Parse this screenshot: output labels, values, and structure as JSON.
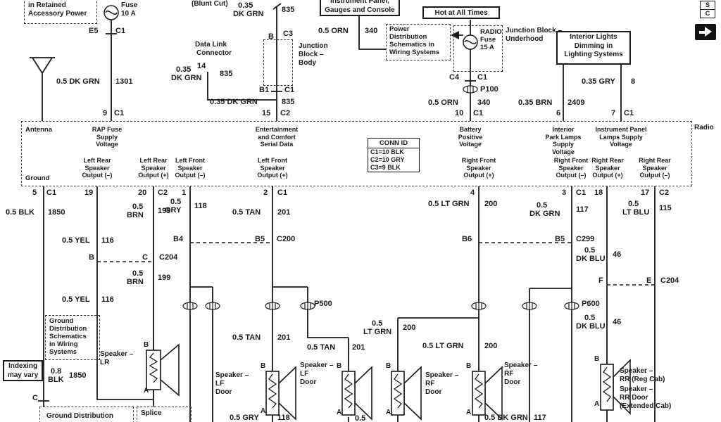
{
  "colors": {
    "line": "#1a1a1a",
    "bg": "#ffffff"
  },
  "icons": {
    "forward_arrow": "arrow-right",
    "fuse": "fuse-symbol",
    "antenna": "antenna-symbol",
    "speaker": "speaker-symbol",
    "inline_connector": "pass-through-connector"
  },
  "tl": {
    "note1": "in Retained",
    "note2": "Accessory Power",
    "fuse1": "Fuse",
    "fuse2": "10 A",
    "e5": "E5",
    "c1": "C1",
    "wire": "0.5 DK GRN",
    "num": "1301",
    "pin9": "9",
    "pin9c": "C1"
  },
  "dlc": {
    "blunt": "(Blunt Cut)",
    "w1a": "0.35",
    "w1b": "DK GRN",
    "w1n": "835",
    "c3": "C3",
    "b": "B",
    "t1": "Data Link",
    "t2": "Connector",
    "pin14": "14",
    "w2a": "0.35",
    "w2b": "DK GRN",
    "w2n": "835",
    "jb1": "Junction",
    "jb2": "Block –",
    "jb3": "Body",
    "b1": "B1",
    "c1": "C1",
    "w3": "0.35 DK GRN",
    "w3n": "835",
    "pin15": "15",
    "pin15c": "C2"
  },
  "top": {
    "ip1": "Instrument Panel,",
    "ip2": "Gauges and Console",
    "orn": "0.5 ORN",
    "orn_n": "340",
    "hot": "Hot at All Times",
    "pd": [
      "Power",
      "Distribution",
      "Schematics in",
      "Wiring Systems"
    ],
    "rfuse": [
      "RADIO",
      "Fuse",
      "15 A"
    ],
    "jbu1": "Junction Block –",
    "jbu2": "Underhood",
    "c4": "C4",
    "c4c": "C1",
    "p100": "P100",
    "orn2": "0.5 ORN",
    "orn2_n": "340",
    "pin10": "10",
    "pin10c": "C1",
    "il": [
      "Interior Lights",
      "Dimming in",
      "Lighting Systems"
    ],
    "gry": "0.35 GRY",
    "gry_n": "8",
    "brn": "0.35 BRN",
    "brn_n": "2409",
    "pin6": "6",
    "pin7": "7",
    "pin7c": "C1",
    "s": "S",
    "c": "C"
  },
  "radio": {
    "label": "Radio",
    "antenna": "Antenna",
    "ground": "Ground",
    "rap": [
      "RAP Fuse",
      "Supply",
      "Voltage"
    ],
    "ent": [
      "Entertainment",
      "and Comfort",
      "Serial Data"
    ],
    "batt": [
      "Battery",
      "Positive",
      "Voltage"
    ],
    "park": [
      "Interior",
      "Park Lamps",
      "Supply Voltage"
    ],
    "ipl": [
      "Instrument Panel",
      "Lamps Supply",
      "Voltage"
    ],
    "o19": [
      "Left Rear",
      "Speaker",
      "Output (–)"
    ],
    "o20": [
      "Left Rear",
      "Speaker",
      "Output (+)"
    ],
    "o1": [
      "Left Front",
      "Speaker",
      "Output (–)"
    ],
    "o2": [
      "Left Front",
      "Speaker",
      "Output (+)"
    ],
    "o4": [
      "Right Front",
      "Speaker",
      "Output (+)"
    ],
    "o3": [
      "Right Front",
      "Speaker",
      "Output (–)"
    ],
    "o18": [
      "Right Rear",
      "Speaker",
      "Output (+)"
    ],
    "o17": [
      "Right Rear",
      "Speaker",
      "Output (–)"
    ],
    "conn_title": "CONN ID",
    "conn_rows": [
      "C1=10 BLK",
      "C2=10 GRY",
      "C3=9 BLK"
    ]
  },
  "pins": {
    "p5": "5",
    "p5c": "C1",
    "p19": "19",
    "p20": "20",
    "p20c": "C2",
    "p1": "1",
    "p2": "2",
    "p2c": "C1",
    "p4": "4",
    "p3": "3",
    "p3c": "C1",
    "p18": "18",
    "p17": "17",
    "p17c": "C2"
  },
  "wires": {
    "blk": "0.5 BLK",
    "blk_n": "1850",
    "yel": "0.5 YEL",
    "yel_n": "116",
    "brn_a": "0.5",
    "brn_b": "BRN",
    "brn_n": "199",
    "gry_a": "0.5",
    "gry_b": "GRY",
    "gry_n": "118",
    "tan": "0.5 TAN",
    "tan_n": "201",
    "ltgrn": "0.5 LT GRN",
    "ltgrn_n": "200",
    "ltgrn_a": "0.5",
    "ltgrn_b": "LT GRN",
    "dkgrn_a": "0.5",
    "dkgrn_b": "DK GRN",
    "dkgrn_n": "117",
    "ltblu_a": "0.5",
    "ltblu_b": "LT BLU",
    "ltblu_n": "115",
    "dkblu_a": "0.5",
    "dkblu_b": "DK BLU",
    "dkblu_n": "46",
    "blk8_a": "0.8",
    "blk8_b": "BLK",
    "blk8_n": "1850",
    "gry_s": "0.5 GRY",
    "half": "0.5",
    "dkgrn_s": "0.5 DK GRN"
  },
  "conns": {
    "b": "B",
    "c": "C",
    "c204": "C204",
    "b4": "B4",
    "b5": "B5",
    "c200": "C200",
    "b6": "B6",
    "c299": "C299",
    "f": "F",
    "e": "E",
    "p500": "P500",
    "p600": "P600"
  },
  "spk": {
    "dash": "Speaker –",
    "lr": "LR",
    "lf": "LF",
    "rf": "RF",
    "door": "Door",
    "rr_reg": "RR (Reg Cab)",
    "rr_door": "RR Door",
    "rr_ext": "(Extended Cab)",
    "b": "B",
    "a": "A"
  },
  "bl": {
    "gd": [
      "Ground",
      "Distribution",
      "Schematics",
      "in Wiring",
      "Systems"
    ],
    "idx1": "Indexing",
    "idx2": "may vary",
    "c": "C",
    "gd2": "Ground Distribution",
    "splice": "Splice"
  }
}
